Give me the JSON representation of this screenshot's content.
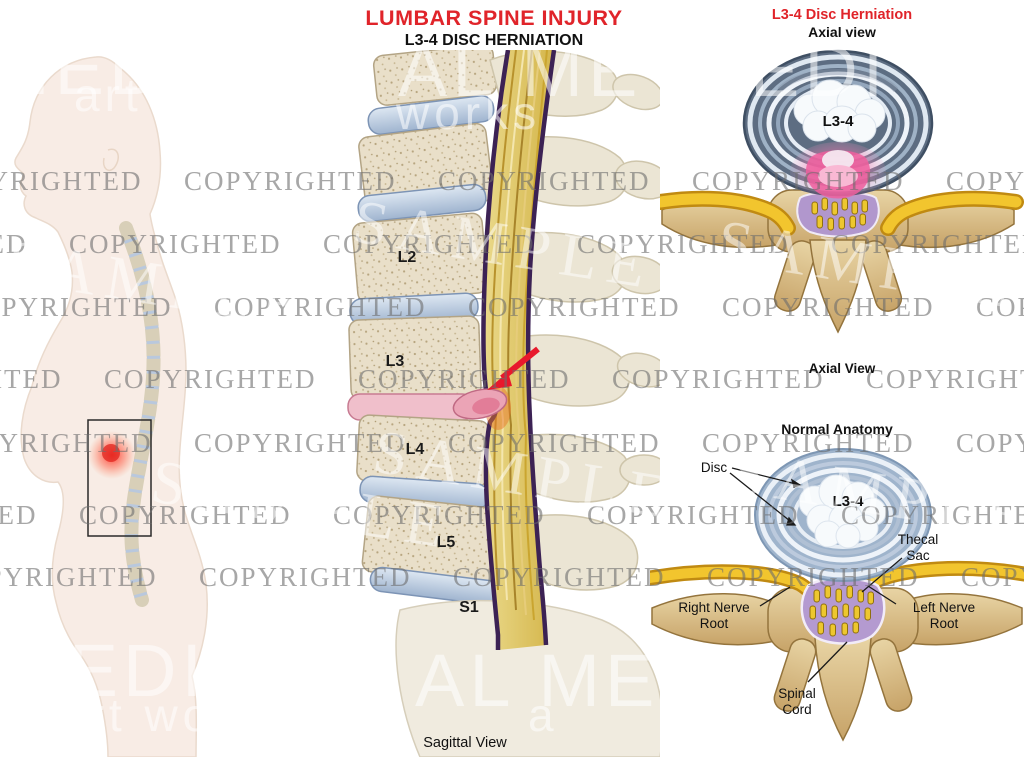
{
  "title": {
    "line1": "LUMBAR SPINE INJURY",
    "line2": "L3-4 DISC HERNIATION"
  },
  "sagittal": {
    "vertebrae": [
      "L2",
      "L3",
      "L4",
      "L5",
      "S1"
    ],
    "caption": "Sagittal View"
  },
  "axial_herniation": {
    "heading": "L3-4 Disc Herniation",
    "subheading": "Axial view",
    "disc_label": "L3-4",
    "caption": "Axial View"
  },
  "axial_normal": {
    "heading": "Normal Anatomy",
    "disc_label": "L3-4",
    "labels": {
      "disc": "Disc",
      "thecal_line1": "Thecal",
      "thecal_line2": "Sac",
      "right_line1": "Right Nerve",
      "right_line2": "Root",
      "left_line1": "Left Nerve",
      "left_line2": "Root",
      "cord_line1": "Spinal",
      "cord_line2": "Cord"
    }
  },
  "watermark": {
    "word": "COPYRIGHTED",
    "sample": "SAMPLE",
    "logo_fragments": [
      "MEDIC",
      "art w",
      "AL ME",
      "works",
      "EDI",
      "MEDIC",
      "art wo",
      "AL MED",
      "a"
    ]
  },
  "colors": {
    "title_red": "#e0242a",
    "arrow_red": "#e8192c",
    "herniation_pink": "#e23a85",
    "nerve_yellow": "#f0c52e",
    "canal_purple": "#b197cd",
    "bone_tan": "#d9c190",
    "disc_blue": "#b9c9de",
    "watermark_gray": "#8a8a8a"
  }
}
